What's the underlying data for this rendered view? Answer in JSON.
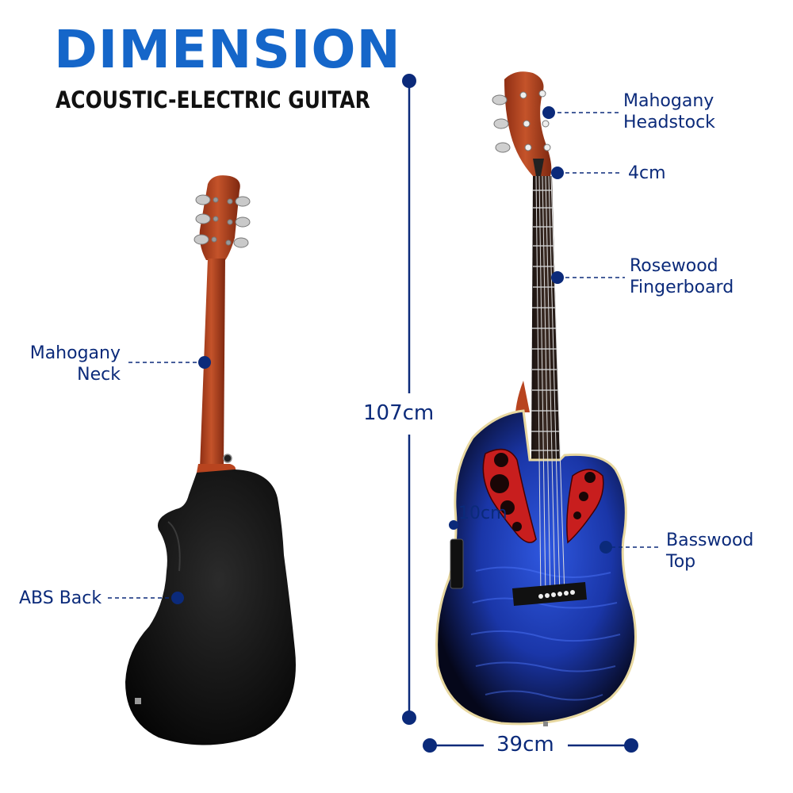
{
  "header": {
    "title": "DIMENSION",
    "subtitle": "ACOUSTIC-ELECTRIC GUITAR"
  },
  "labels": {
    "neck": [
      "Mahogany",
      "Neck"
    ],
    "back": "ABS Back",
    "headstock": [
      "Mahogany",
      "Headstock"
    ],
    "nut_width": "4cm",
    "fingerboard": [
      "Rosewood",
      "Fingerboard"
    ],
    "top": [
      "Basswood",
      "Top"
    ],
    "body_depth": "10cm",
    "total_length": "107cm",
    "body_width": "39cm"
  },
  "colors": {
    "accent": "#1566c9",
    "navy": "#0b2a7a",
    "text_dark": "#111111",
    "wood": "#b8441f",
    "back_body": "#141414",
    "top_blue": "#1a3aa8",
    "soundhole_red": "#c81e1e"
  }
}
